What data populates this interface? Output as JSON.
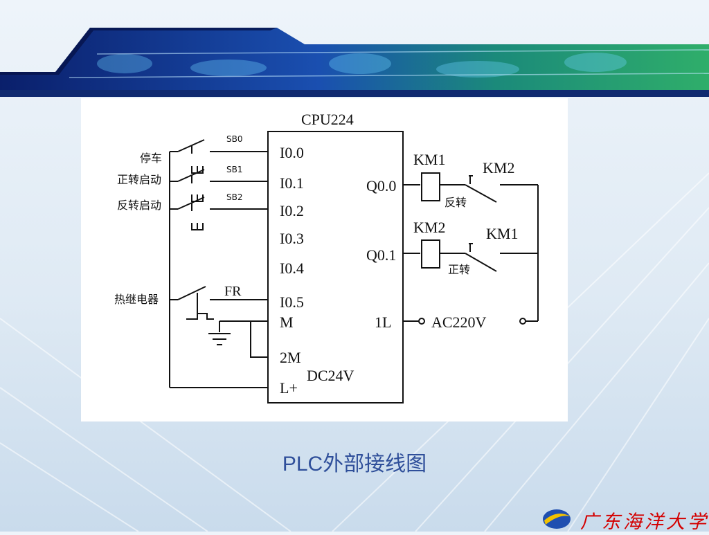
{
  "slide": {
    "caption": "PLC外部接线图",
    "logo_text": "广东海洋大学"
  },
  "colors": {
    "banner_dark": "#0a1f6b",
    "banner_green": "#1f9a6e",
    "caption": "#2f4f9a",
    "logo_red": "#d40000"
  },
  "diagram": {
    "title": "CPU224",
    "inputs": {
      "labels": [
        "停车",
        "正转启动",
        "反转启动",
        "热继电器"
      ],
      "switches": [
        "SB0",
        "SB1",
        "SB2",
        "FR"
      ],
      "terminals": [
        "I0.0",
        "I0.1",
        "I0.2",
        "I0.3",
        "I0.4",
        "I0.5",
        "M",
        "2M",
        "L+"
      ]
    },
    "supply_label": "DC24V",
    "outputs": {
      "terminals": [
        "Q0.0",
        "Q0.1",
        "1L"
      ],
      "coils": [
        "KM1",
        "KM2"
      ],
      "interlocks": [
        "KM2",
        "KM1"
      ],
      "coil_notes": [
        "反转",
        "正转"
      ],
      "supply": "AC220V"
    }
  }
}
